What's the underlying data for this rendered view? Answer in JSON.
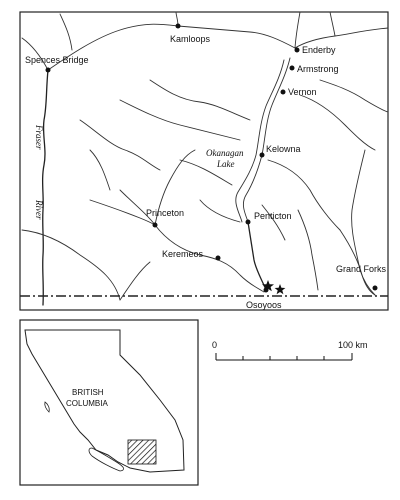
{
  "towns": [
    {
      "name": "Kamloops"
    },
    {
      "name": "Spences Bridge"
    },
    {
      "name": "Enderby"
    },
    {
      "name": "Armstrong"
    },
    {
      "name": "Vernon"
    },
    {
      "name": "Kelowna"
    },
    {
      "name": "Penticton"
    },
    {
      "name": "Princeton"
    },
    {
      "name": "Keremeos"
    },
    {
      "name": "Osoyoos"
    },
    {
      "name": "Grand Forks"
    }
  ],
  "water_labels": {
    "river_line1": "Fraser",
    "river_line2": "River",
    "lake_line1": "Okanagan",
    "lake_line2": "Lake"
  },
  "inset": {
    "province_line1": "BRITISH",
    "province_line2": "COLUMBIA"
  },
  "scale_bar": {
    "start_label": "0",
    "end_label": "100 km"
  },
  "study_sites": [
    {
      "symbol": "star"
    },
    {
      "symbol": "star"
    }
  ]
}
